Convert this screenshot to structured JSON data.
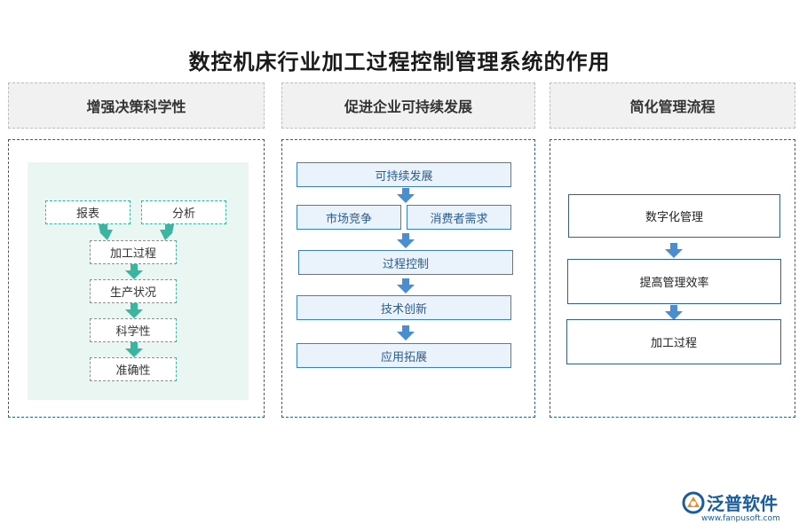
{
  "title": "数控机床行业加工过程控制管理系统的作用",
  "columns": [
    {
      "header": "增强决策科学性",
      "top_boxes": [
        "报表",
        "分析"
      ],
      "steps": [
        "加工过程",
        "生产状况",
        "科学性",
        "准确性"
      ]
    },
    {
      "header": "促进企业可持续发展",
      "top": "可持续发展",
      "pair": [
        "市场竞争",
        "消费者需求"
      ],
      "steps": [
        "过程控制",
        "技术创新",
        "应用拓展"
      ]
    },
    {
      "header": "简化管理流程",
      "steps": [
        "数字化管理",
        "提高管理效率",
        "加工过程"
      ]
    }
  ],
  "colors": {
    "teal": "#3bb59f",
    "blue": "#4a8ed0",
    "navy": "#2f5d8a"
  },
  "logo": {
    "name": "泛普软件",
    "url": "www.fanpusoft.com",
    "icon": "fanpu-logo-icon"
  }
}
